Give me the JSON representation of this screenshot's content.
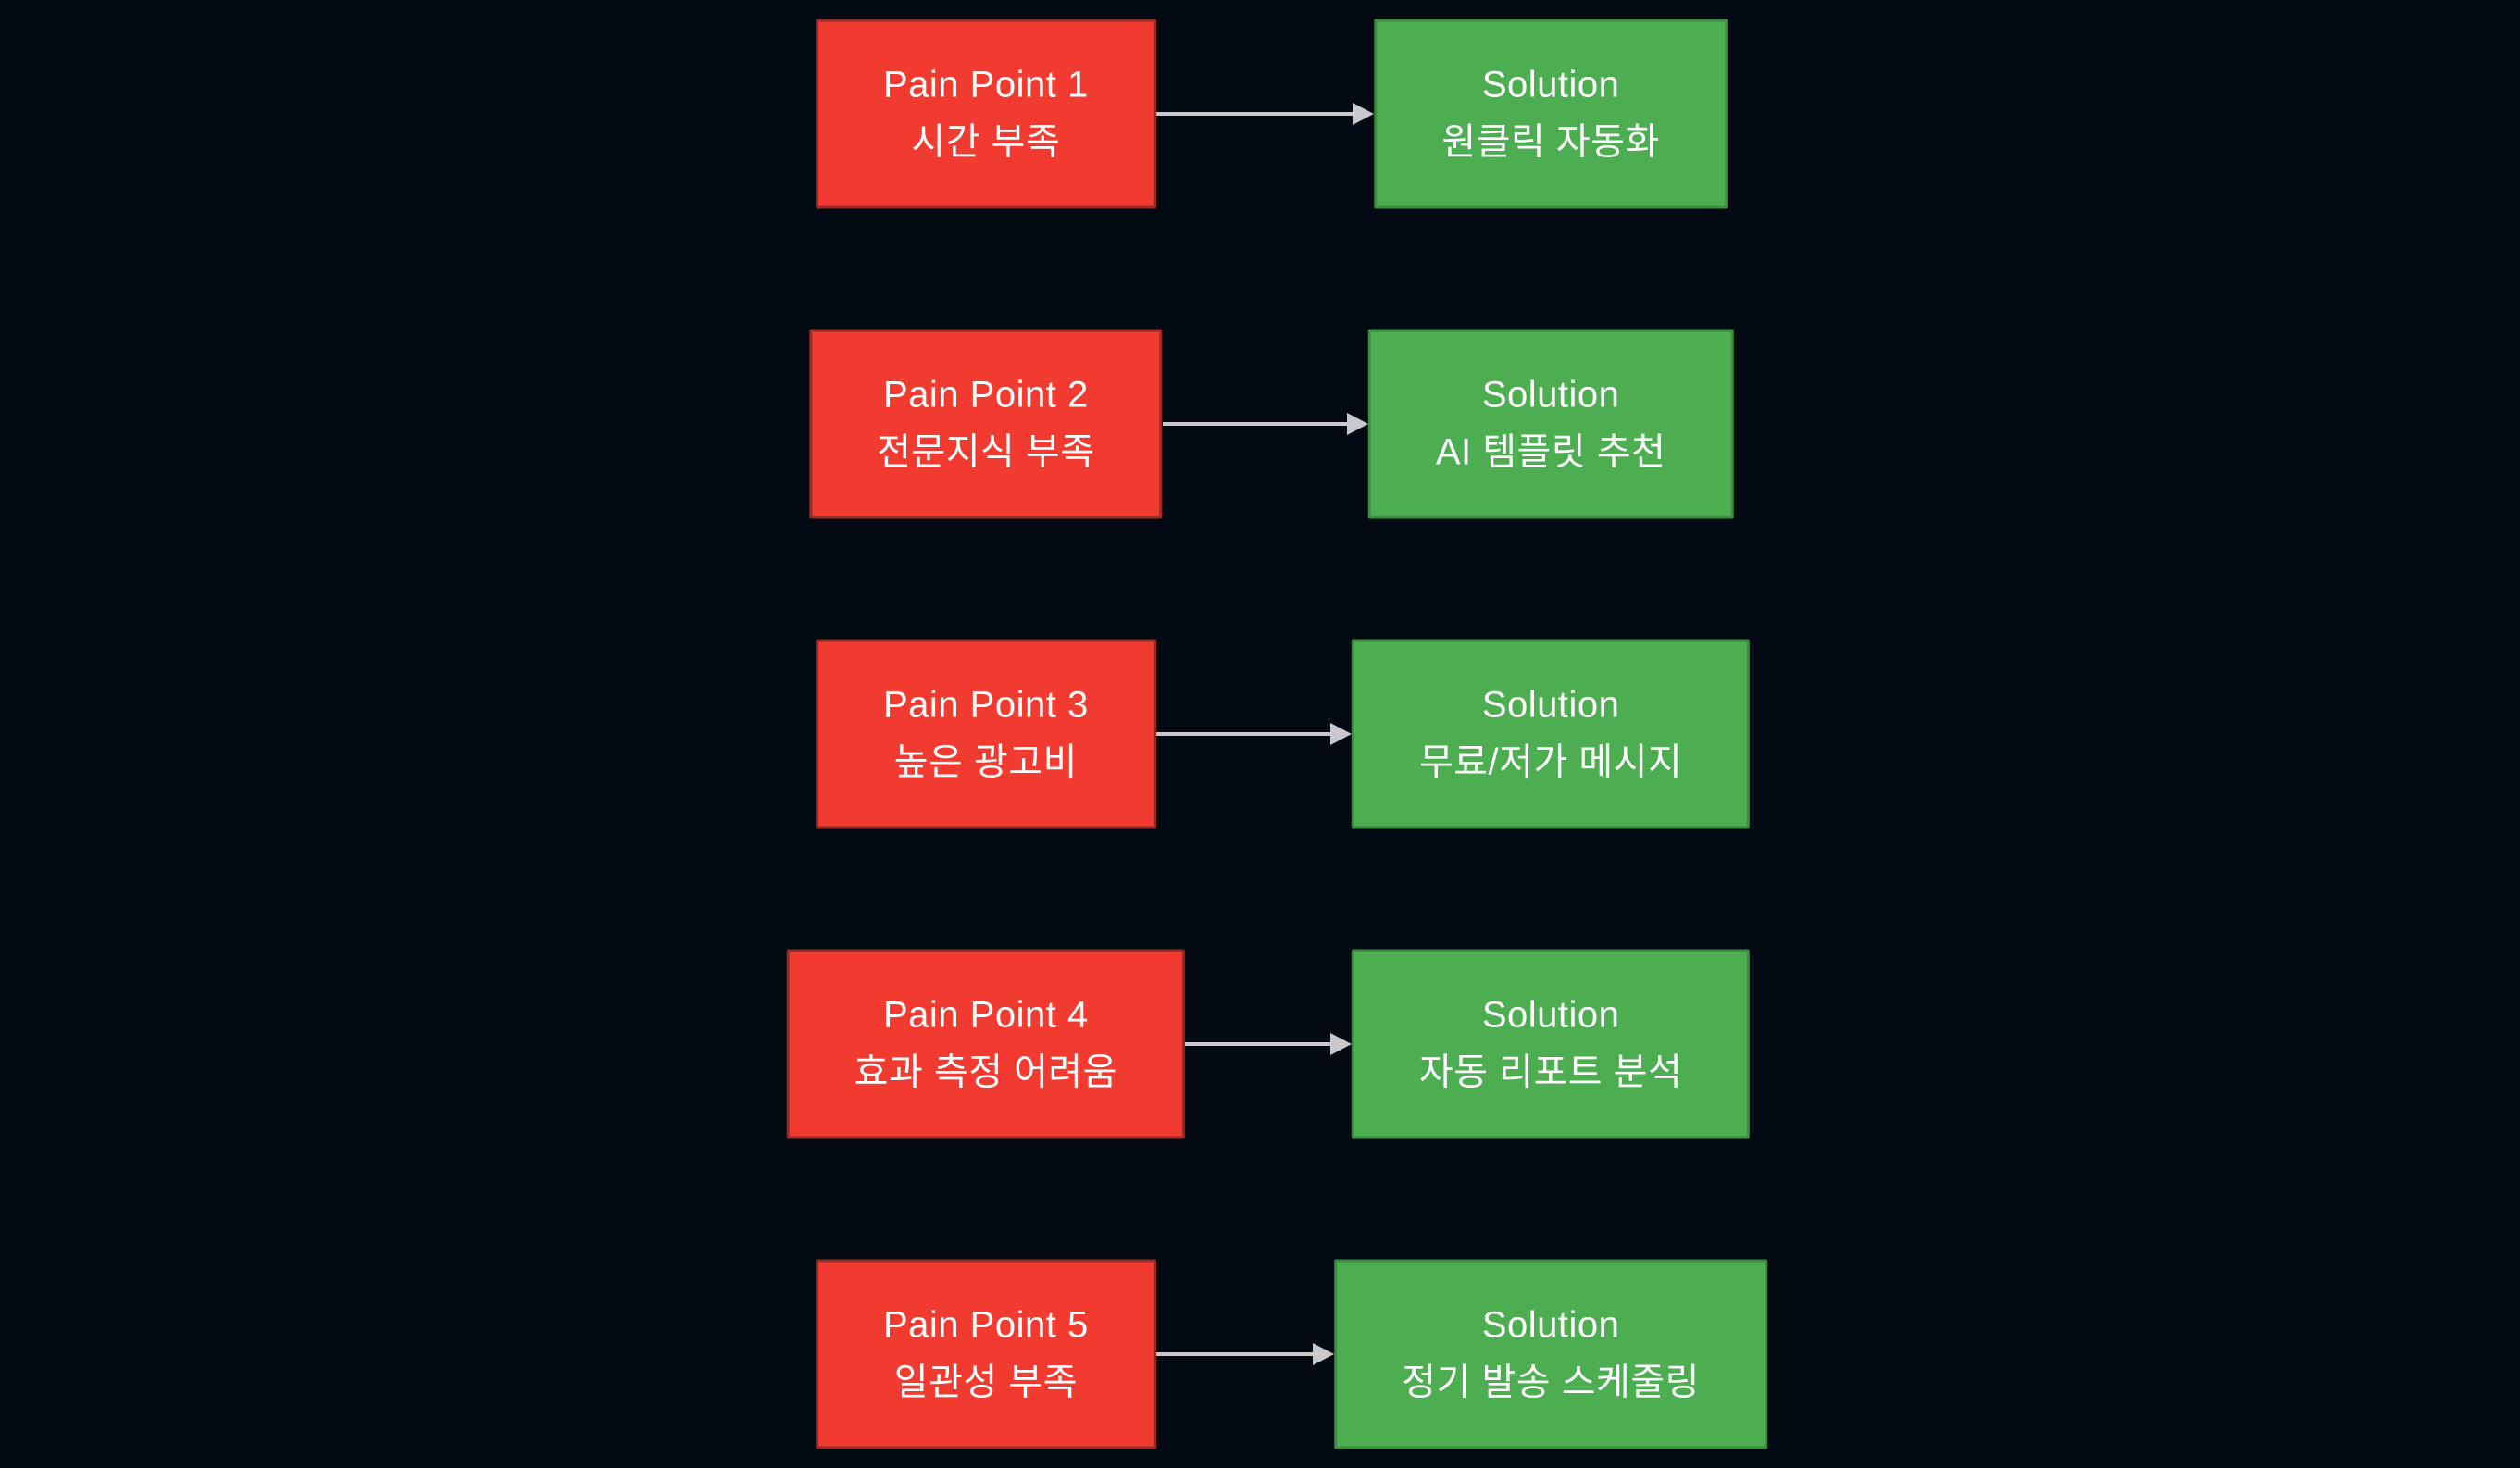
{
  "colors": {
    "bg": "#040a14",
    "pain-fill": "#f23b30",
    "pain-border": "#962d26",
    "solution-fill": "#4cae50",
    "solution-border": "#3c8d40",
    "arrow": "#c9c9cd",
    "text": "#ffffff"
  },
  "diagram": {
    "type": "pain-point-to-solution-flow",
    "rows": [
      {
        "pain": {
          "title": "Pain Point 1",
          "subtitle": "시간 부족"
        },
        "solution": {
          "title": "Solution",
          "subtitle": "원클릭 자동화"
        }
      },
      {
        "pain": {
          "title": "Pain Point 2",
          "subtitle": "전문지식 부족"
        },
        "solution": {
          "title": "Solution",
          "subtitle": "AI 템플릿 추천"
        }
      },
      {
        "pain": {
          "title": "Pain Point 3",
          "subtitle": "높은 광고비"
        },
        "solution": {
          "title": "Solution",
          "subtitle": "무료/저가 메시지"
        }
      },
      {
        "pain": {
          "title": "Pain Point 4",
          "subtitle": "효과 측정 어려움"
        },
        "solution": {
          "title": "Solution",
          "subtitle": "자동 리포트 분석"
        }
      },
      {
        "pain": {
          "title": "Pain Point 5",
          "subtitle": "일관성 부족"
        },
        "solution": {
          "title": "Solution",
          "subtitle": "정기 발송 스케줄링"
        }
      }
    ]
  }
}
